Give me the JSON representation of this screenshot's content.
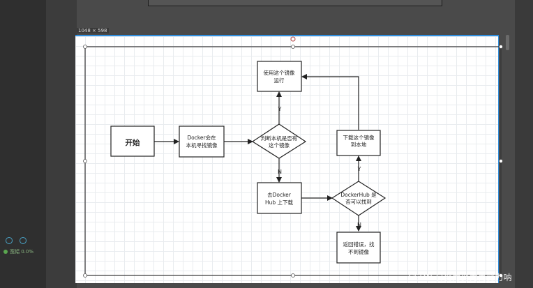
{
  "selection_size": "1048 × 598",
  "status": {
    "text": "宽幅 0.0%",
    "icons": [
      "lock-icon",
      "link-icon"
    ]
  },
  "flowchart": {
    "start": "开始",
    "docker_search": [
      "Docker会在",
      "本机寻找镜像"
    ],
    "decision_local": [
      "判断本机是否有",
      "这个镜像"
    ],
    "use_run": [
      "使用这个镜像",
      "运行"
    ],
    "go_hub": [
      "去Docker",
      "Hub 上下载"
    ],
    "decision_hub": [
      "DockerHub 是",
      "否可以找到"
    ],
    "download_local": [
      "下载这个镜像",
      "到本地"
    ],
    "error": [
      "返回错误，找",
      "不到镜像"
    ],
    "label_y1": "Y",
    "label_n1": "N",
    "label_y2": "Y",
    "label_n2": "N"
  },
  "watermark": "CSDN @努力努力再努力呐",
  "colors": {
    "selection_border": "#2f8fe0",
    "status_dot": "#5aa64f"
  }
}
